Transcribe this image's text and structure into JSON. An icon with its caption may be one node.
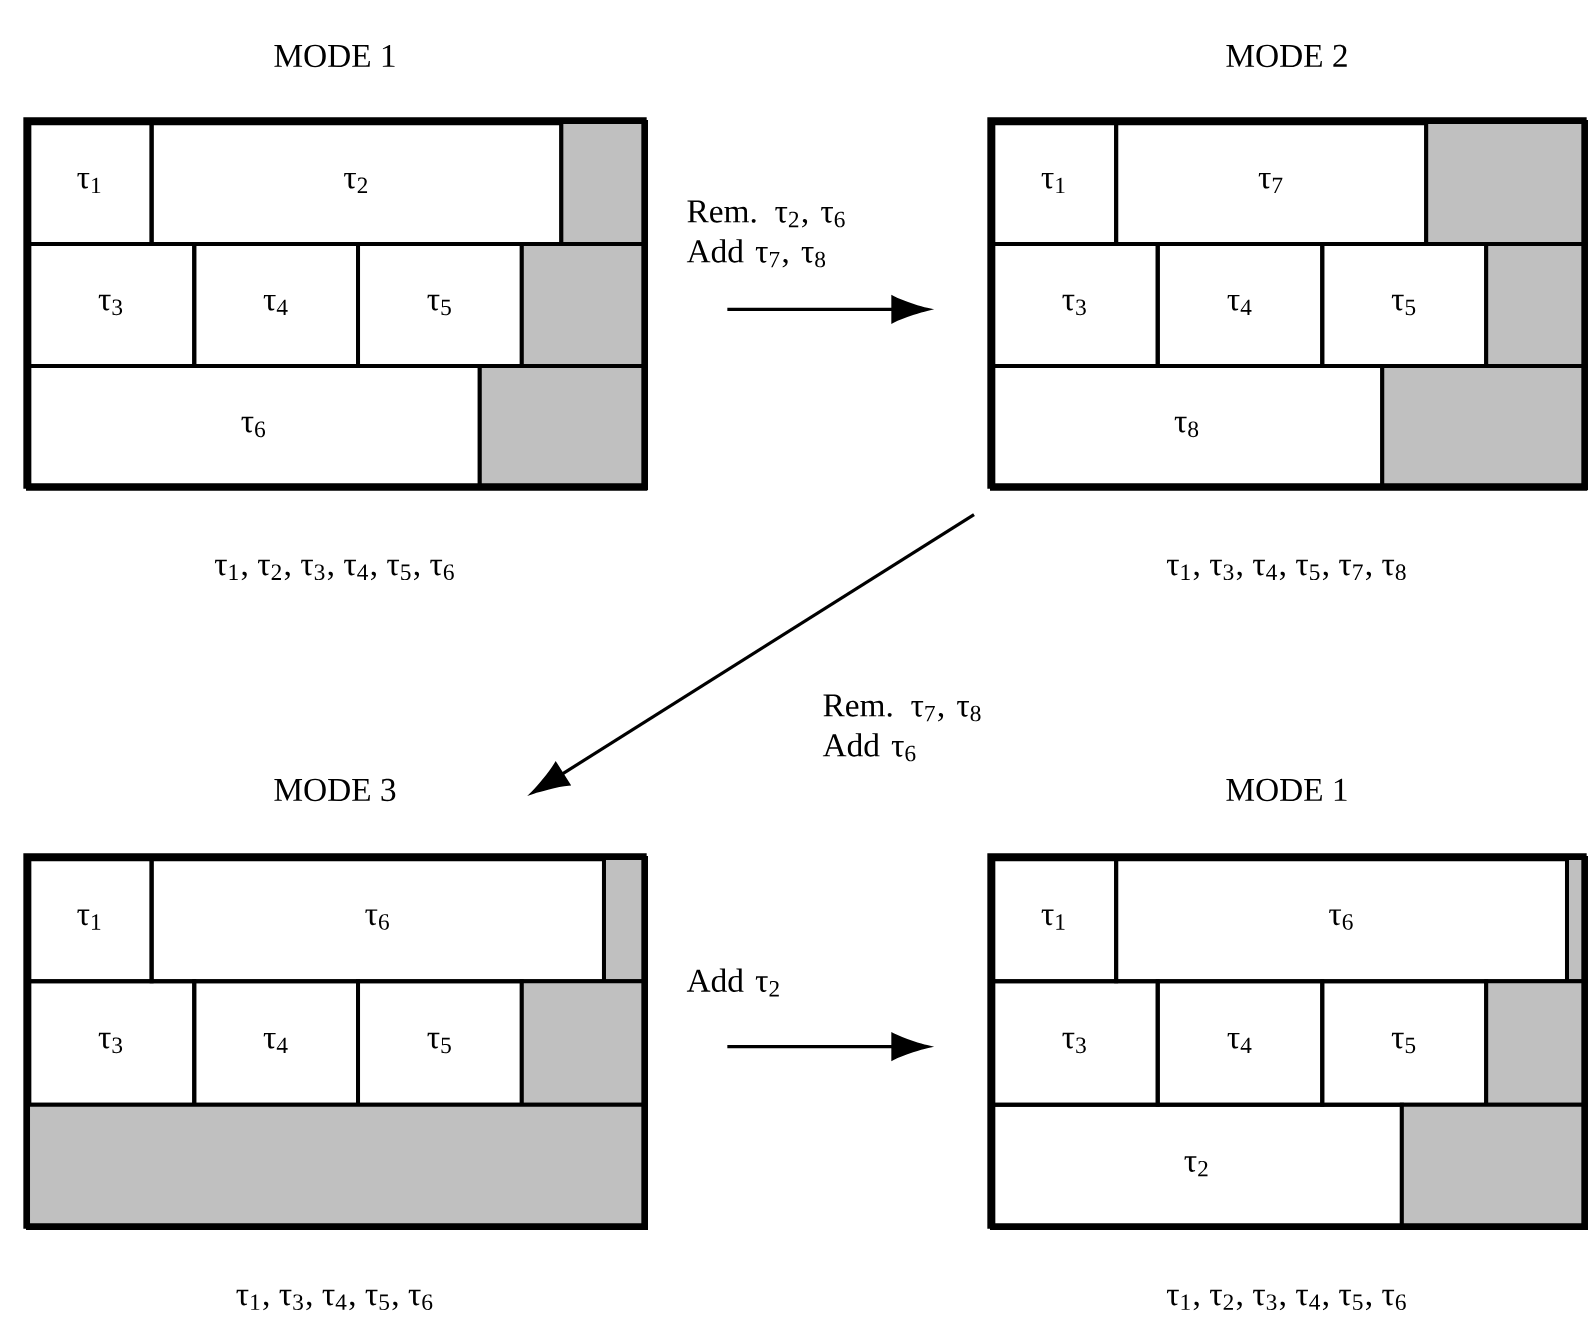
{
  "diagram": {
    "nodes": [
      {
        "text": [
          "MODE 1"
        ],
        "beside": [
          "τ$_{1}$, τ$_{2}$, τ$_{3}$, τ$_{4}$, τ$_{5}$, τ$_{6}$"
        ]
      },
      {
        "text": [
          "τ$_{1}$"
        ],
        "in": 0
      },
      {
        "text": [
          "τ$_{2}$"
        ],
        "in": 0
      },
      {
        "text": [],
        "shape": "box",
        "in": 0
      },
      {
        "text": [
          "τ$_{3}$"
        ],
        "in": 0
      },
      {
        "text": [
          "τ$_{4}$"
        ],
        "in": 0
      },
      {
        "text": [
          "τ$_{5}$"
        ],
        "in": 0
      },
      {
        "text": [],
        "shape": "box",
        "in": 0
      },
      {
        "text": [
          "τ$_{6}$"
        ],
        "in": 0
      },
      {
        "text": [],
        "shape": "box",
        "in": 0
      },
      {
        "text": [
          "MODE 2"
        ],
        "beside": [
          "τ$_{1}$, τ$_{3}$, τ$_{4}$, τ$_{5}$, τ$_{7}$, τ$_{8}$"
        ]
      },
      {
        "text": [
          "τ$_{1}$"
        ],
        "in": 10
      },
      {
        "text": [
          "τ$_{7}$"
        ],
        "in": 10
      },
      {
        "text": [],
        "shape": "box",
        "in": 10
      },
      {
        "text": [
          "τ$_{3}$"
        ],
        "in": 10
      },
      {
        "text": [
          "τ$_{4}$"
        ],
        "in": 10
      },
      {
        "text": [
          "τ$_{5}$"
        ],
        "in": 10
      },
      {
        "text": [],
        "shape": "box",
        "in": 10
      },
      {
        "text": [
          "τ$_{8}$"
        ],
        "in": 10
      },
      {
        "text": [],
        "shape": "box",
        "in": 10
      },
      {
        "text": [
          "MODE 3"
        ],
        "beside": [
          "τ$_{1}$, τ$_{3}$, τ$_{4}$, τ$_{5}$, τ$_{6}$"
        ]
      },
      {
        "text": [
          "τ$_{1}$"
        ],
        "in": 20
      },
      {
        "text": [
          "τ$_{6}$"
        ],
        "in": 20
      },
      {
        "text": [],
        "shape": "box",
        "in": 20
      },
      {
        "text": [
          "τ$_{3}$"
        ],
        "in": 20
      },
      {
        "text": [
          "τ$_{4}$"
        ],
        "in": 20
      },
      {
        "text": [
          "τ$_{5}$"
        ],
        "in": 20
      },
      {
        "text": [],
        "shape": "box",
        "in": 20
      },
      {
        "text": [],
        "shape": "box",
        "in": 20
      },
      {
        "text": [
          "MODE 1"
        ],
        "beside": [
          "τ$_{1}$, τ$_{2}$, τ$_{3}$, τ$_{4}$, τ$_{5}$, τ$_{6}$"
        ]
      },
      {
        "text": [
          "τ$_{1}$"
        ],
        "in": 29
      },
      {
        "text": [
          "τ$_{6}$"
        ],
        "in": 29
      },
      {
        "text": [],
        "shape": "box",
        "in": 29
      },
      {
        "text": [
          "τ$_{3}$"
        ],
        "in": 29
      },
      {
        "text": [
          "τ$_{4}$"
        ],
        "in": 29
      },
      {
        "text": [
          "τ$_{5}$"
        ],
        "in": 29
      },
      {
        "text": [],
        "shape": "box",
        "in": 29
      },
      {
        "text": [
          "τ$_{2}$"
        ],
        "in": 29
      },
      {
        "text": [],
        "shape": "box",
        "in": 29
      }
    ],
    "edges": [
      {
        "from": 0,
        "to": 10,
        "arrow": "to",
        "label": "Rem. τ$_{2}$, τ$_{6}$ Add τ$_{7}$, τ$_{8}$"
      },
      {
        "from": 10,
        "to": 20,
        "arrow": "to",
        "label": "Rem. τ$_{7}$, τ$_{8}$ Add τ$_{6}$"
      },
      {
        "from": 20,
        "to": 29,
        "arrow": "to",
        "label": "Add τ$_{2}$"
      }
    ]
  }
}
